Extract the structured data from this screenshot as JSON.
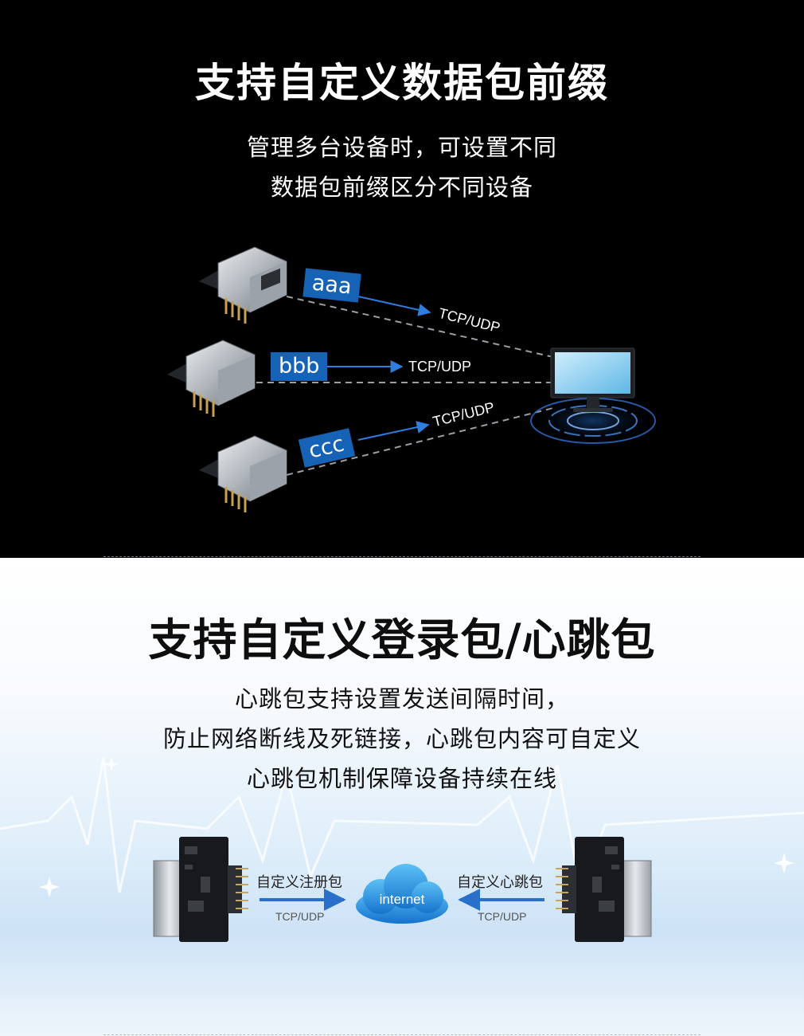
{
  "section1": {
    "title": "支持自定义数据包前缀",
    "subtitle_lines": [
      "管理多台设备时，可设置不同",
      "数据包前缀区分不同设备"
    ],
    "prefixes": [
      {
        "label": "aaa",
        "protocol": "TCP/UDP"
      },
      {
        "label": "bbb",
        "protocol": "TCP/UDP"
      },
      {
        "label": "ccc",
        "protocol": "TCP/UDP"
      }
    ]
  },
  "section2": {
    "title": "支持自定义登录包/心跳包",
    "subtitle_lines": [
      "心跳包支持设置发送间隔时间，",
      "防止网络断线及死链接，心跳包内容可自定义",
      "心跳包机制保障设备持续在线"
    ],
    "left_caption": "自定义注册包",
    "left_protocol": "TCP/UDP",
    "cloud_label": "internet",
    "right_caption": "自定义心跳包",
    "right_protocol": "TCP/UDP"
  },
  "colors": {
    "label_blue": "#1663b6",
    "arrow_blue": "#2f7de0",
    "cloud_blue": "#2b8fe0",
    "monitor_glow": "#3f8fe8"
  }
}
